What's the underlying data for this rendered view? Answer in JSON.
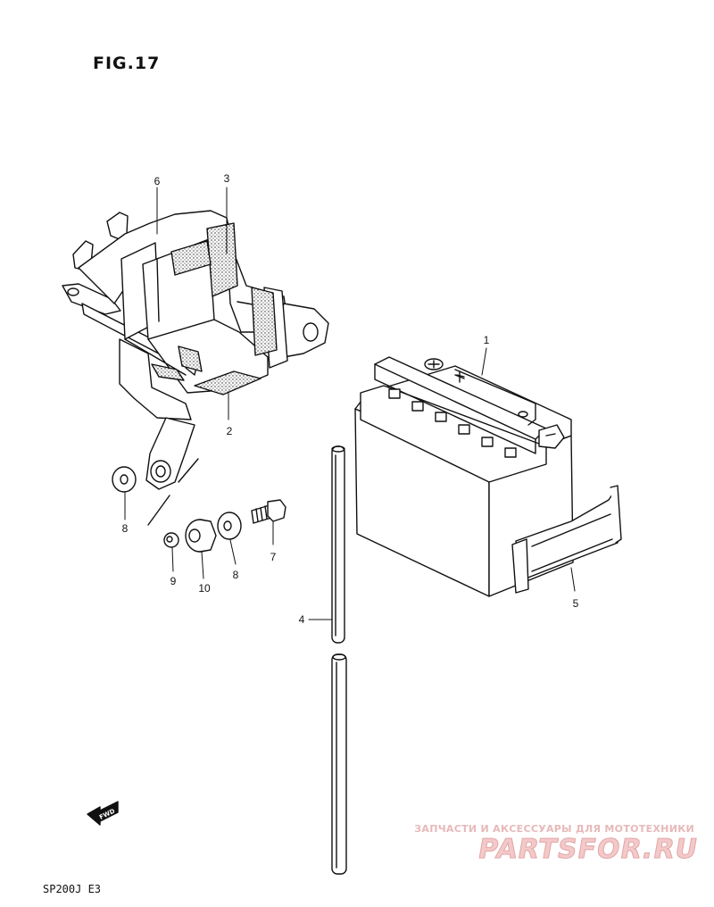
{
  "figure": {
    "title": "FIG.17"
  },
  "labels": {
    "p1": "1",
    "p2": "2",
    "p3": "3",
    "p4": "4",
    "p5": "5",
    "p6": "6",
    "p7": "7",
    "p8a": "8",
    "p8b": "8",
    "p9": "9",
    "p10": "10"
  },
  "fwd_arrow": "FWD",
  "model_code": "SP200J  E3",
  "watermark": {
    "tagline": "ЗАПЧАСТИ И АКСЕССУАРЫ ДЛЯ МОТОТЕХНИКИ",
    "brand": "PARTSFOR.RU"
  }
}
